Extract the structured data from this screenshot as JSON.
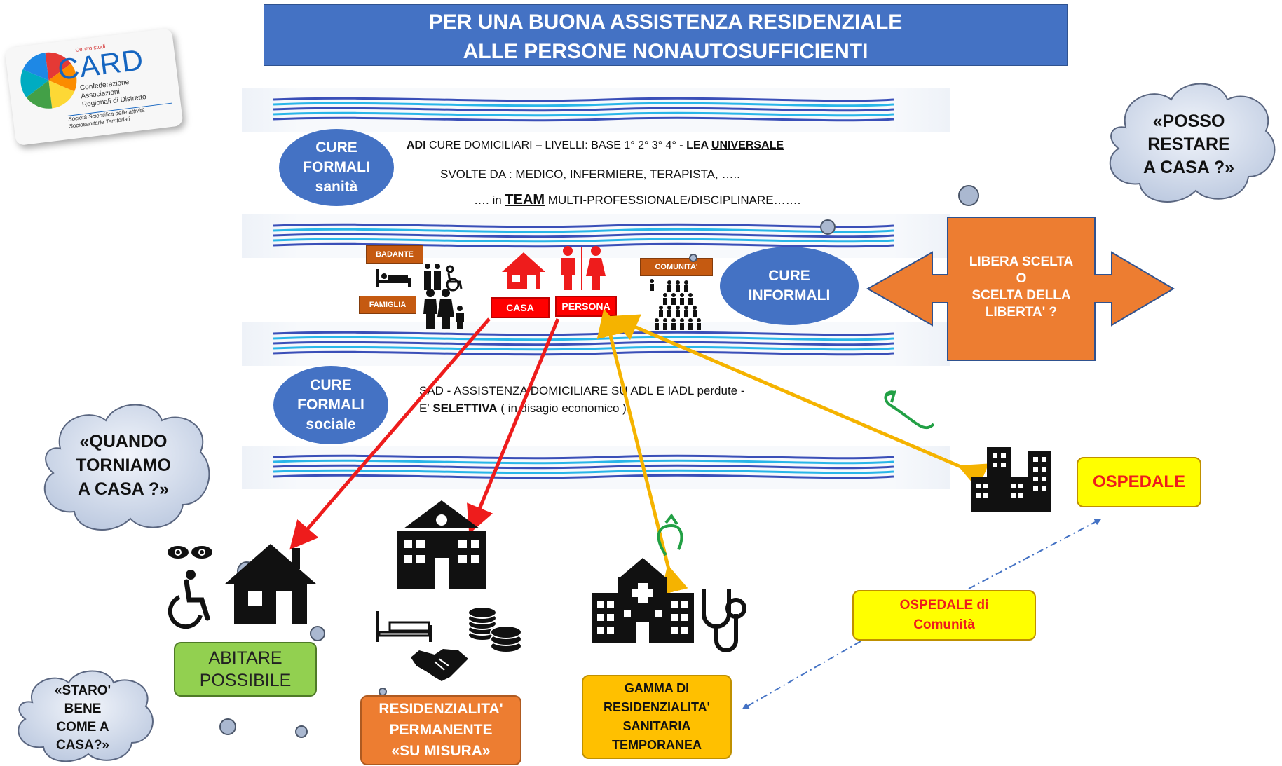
{
  "title": {
    "line1": "PER UNA BUONA ASSISTENZA RESIDENZIALE",
    "line2": "ALLE PERSONE NONAUTOSUFFICIENTI"
  },
  "logo": {
    "small": "Centro studi",
    "name": "CARD",
    "lines": [
      "Confederazione",
      "Associazioni",
      "Regionali di Distretto"
    ],
    "tag1": "Società Scientifica delle attività",
    "tag2": "Sociosanitarie Territoriali"
  },
  "clouds": {
    "posso": [
      "«POSSO",
      "RESTARE",
      "A CASA ?»"
    ],
    "quando": [
      "«QUANDO",
      "TORNIAMO",
      "A CASA ?»"
    ],
    "staro": [
      "«STARO'",
      "BENE",
      "COME A",
      "CASA?»"
    ]
  },
  "cure_sanita": [
    "CURE",
    "FORMALI",
    "sanità"
  ],
  "cure_sociale": [
    "CURE",
    "FORMALI",
    "sociale"
  ],
  "cure_informali": [
    "CURE",
    "INFORMALI"
  ],
  "adi": {
    "bold_prefix": "ADI",
    "text": " CURE DOMICILIARI – LIVELLI: BASE 1° 2° 3° 4° - ",
    "lea": "LEA ",
    "universale": "UNIVERSALE",
    "svolte": "SVOLTE DA : MEDICO, INFERMIERE, TERAPISTA, …..",
    "team_pre": "…. in ",
    "team": "TEAM",
    "team_post": " MULTI-PROFESSIONALE/DISCIPLINARE……."
  },
  "sad": {
    "line1": "SAD - ASSISTENZA DOMICILIARE SU ADL E IADL perdute -",
    "line2_pre": "E' ",
    "selettiva": "SELETTIVA",
    "line2_post": " ( in disagio economico )"
  },
  "tags": {
    "badante": "BADANTE",
    "famiglia": "FAMIGLIA",
    "comunita": "COMUNITA'",
    "casa": "CASA",
    "persona": "PERSONA"
  },
  "libera": [
    "LIBERA SCELTA",
    "O",
    "SCELTA DELLA",
    "LIBERTA' ?"
  ],
  "boxes": {
    "abitare": [
      "ABITARE",
      "POSSIBILE"
    ],
    "residenzialita": [
      "RESIDENZIALITA'",
      "PERMANENTE",
      "«SU MISURA»"
    ],
    "gamma": [
      "GAMMA DI",
      "RESIDENZIALITA'",
      "SANITARIA",
      "TEMPORANEA"
    ],
    "ospedale": "OSPEDALE",
    "ospedale_comunita": [
      "OSPEDALE di",
      "Comunità"
    ]
  },
  "colors": {
    "title_bg": "#4472c4",
    "ellipse": "#4472c4",
    "red_arrow": "#ee1c1c",
    "yellow_arrow": "#f5b300",
    "green_arrow": "#22a045",
    "orange": "#ed7d31",
    "green_box": "#92d050",
    "gamma_box": "#ffc000",
    "yellow_box": "#ffff00"
  },
  "icons": [
    "house-icon",
    "people-icon",
    "bed-icon",
    "wheelchair-icon",
    "family-icon",
    "crowd-icon",
    "eyes-icon",
    "school-building-icon",
    "coins-icon",
    "handshake-icon",
    "hospital-icon",
    "stethoscope-icon",
    "city-buildings-icon"
  ]
}
